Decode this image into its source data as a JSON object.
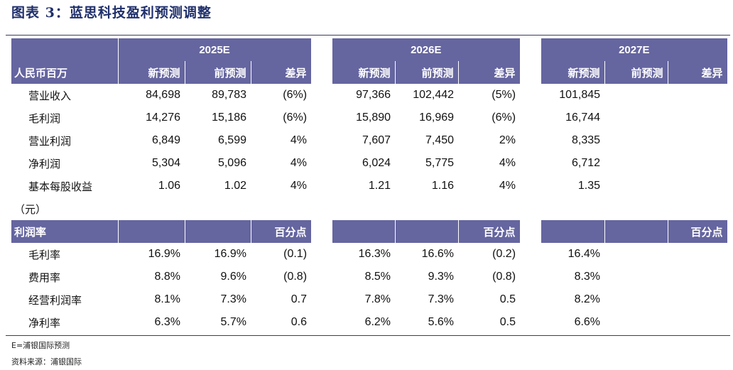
{
  "title": "图表 3：蓝思科技盈利预测调整",
  "years": [
    "2025E",
    "2026E",
    "2027E"
  ],
  "header": {
    "label": "人民币百万",
    "cols": [
      "新预测",
      "前预测",
      "差异"
    ]
  },
  "rows": [
    {
      "label": "营业收入",
      "v": [
        "84,698",
        "89,783",
        "(6%)",
        "97,366",
        "102,442",
        "(5%)",
        "101,845",
        "",
        ""
      ]
    },
    {
      "label": "毛利润",
      "v": [
        "14,276",
        "15,186",
        "(6%)",
        "15,890",
        "16,969",
        "(6%)",
        "16,744",
        "",
        ""
      ]
    },
    {
      "label": "营业利润",
      "v": [
        "6,849",
        "6,599",
        "4%",
        "7,607",
        "7,450",
        "2%",
        "8,335",
        "",
        ""
      ]
    },
    {
      "label": "净利润",
      "v": [
        "5,304",
        "5,096",
        "4%",
        "6,024",
        "5,775",
        "4%",
        "6,712",
        "",
        ""
      ]
    },
    {
      "label": "基本每股收益",
      "v": [
        "1.06",
        "1.02",
        "4%",
        "1.21",
        "1.16",
        "4%",
        "1.35",
        "",
        ""
      ]
    }
  ],
  "eps_unit": "（元）",
  "margin_header": {
    "label": "利润率",
    "unit": "百分点"
  },
  "margin_rows": [
    {
      "label": "毛利率",
      "v": [
        "16.9%",
        "16.9%",
        "(0.1)",
        "16.3%",
        "16.6%",
        "(0.2)",
        "16.4%",
        "",
        ""
      ]
    },
    {
      "label": "费用率",
      "v": [
        "8.8%",
        "9.6%",
        "(0.8)",
        "8.5%",
        "9.3%",
        "(0.8)",
        "8.3%",
        "",
        ""
      ]
    },
    {
      "label": "经营利润率",
      "v": [
        "8.1%",
        "7.3%",
        "0.7",
        "7.8%",
        "7.3%",
        "0.5",
        "8.2%",
        "",
        ""
      ]
    },
    {
      "label": "净利率",
      "v": [
        "6.3%",
        "5.7%",
        "0.6",
        "6.2%",
        "5.6%",
        "0.5",
        "6.6%",
        "",
        ""
      ]
    }
  ],
  "footnotes": {
    "e_note": "E=浦银国际预测",
    "source": "资料来源：浦银国际"
  }
}
